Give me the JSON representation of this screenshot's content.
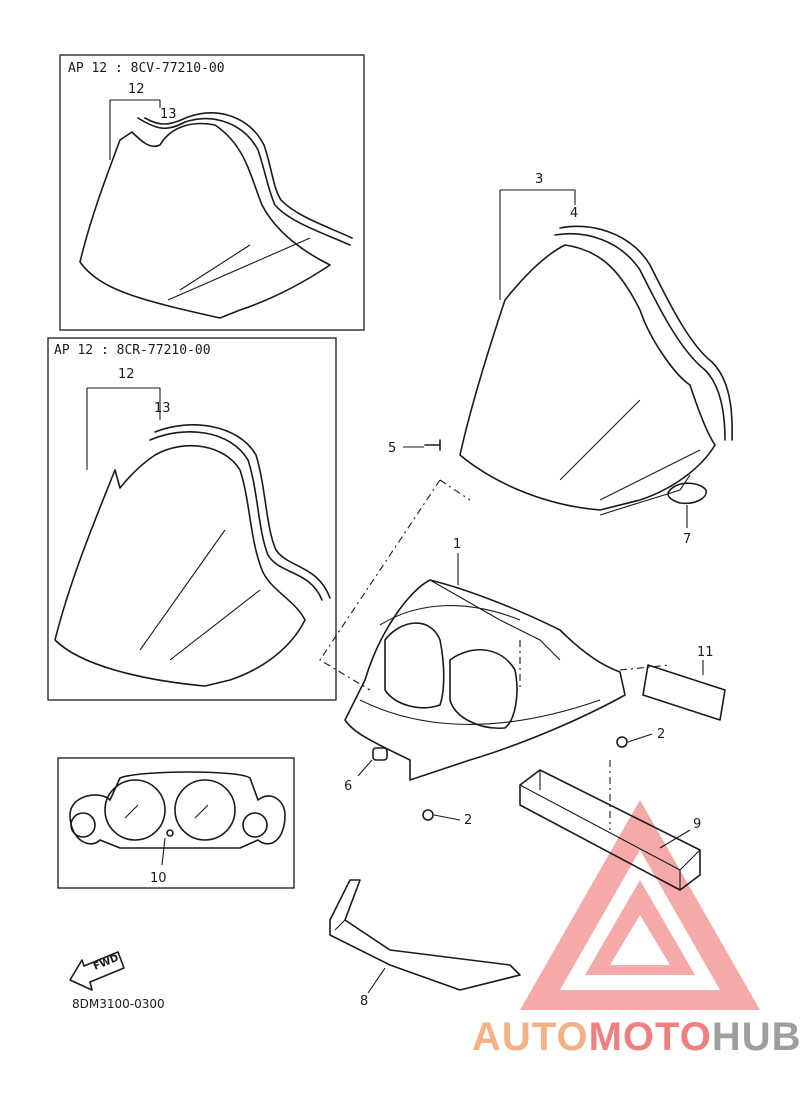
{
  "boxes": {
    "top_variant": "AP 12 : 8CV-77210-00",
    "mid_variant": "AP 12 : 8CR-77210-00"
  },
  "callouts": {
    "c1": "1",
    "c2a": "2",
    "c2b": "2",
    "c3": "3",
    "c4": "4",
    "c5": "5",
    "c6": "6",
    "c7": "7",
    "c8": "8",
    "c9": "9",
    "c10": "10",
    "c11": "11",
    "c12a": "12",
    "c13a": "13",
    "c12b": "12",
    "c13b": "13"
  },
  "fwd_label": "FWD",
  "diagram_code": "8DM3100-0300",
  "watermark": {
    "part1": "AUTO",
    "part2": "MOTO",
    "part3": "HUB",
    "colors": {
      "orange": "#f4b183",
      "red": "#f08080",
      "gray": "#9e9e9e"
    }
  }
}
